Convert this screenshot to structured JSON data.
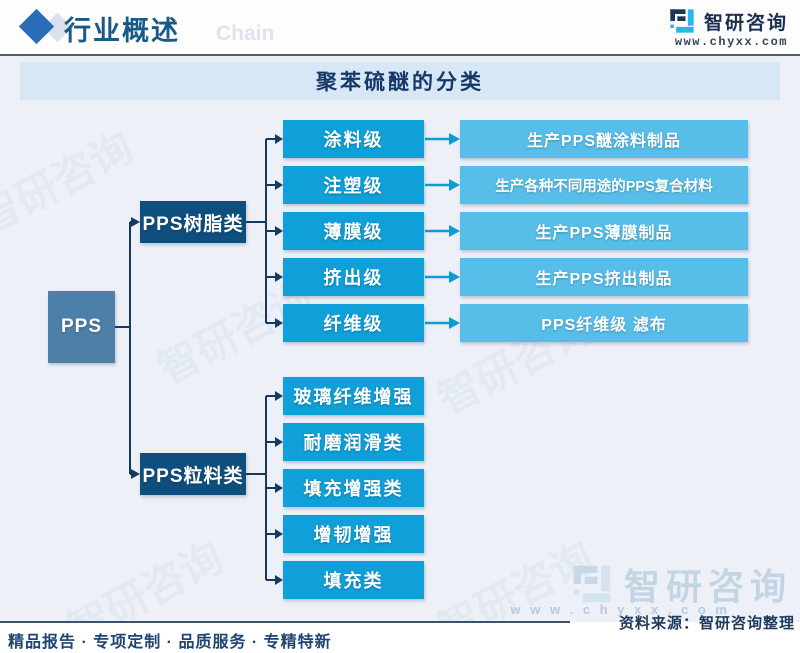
{
  "header": {
    "title": "行业概述",
    "watermark": "Chain",
    "brand": "智研咨询",
    "site": "www.chyxx.com"
  },
  "banner": {
    "title": "聚苯硫醚的分类"
  },
  "tree": {
    "root": "PPS",
    "groups": [
      {
        "label": "PPS树脂类",
        "children": [
          {
            "grade": "涂料级",
            "product": "生产PPS醚涂料制品"
          },
          {
            "grade": "注塑级",
            "product": "生产各种不同用途的PPS复合材料"
          },
          {
            "grade": "薄膜级",
            "product": "生产PPS薄膜制品"
          },
          {
            "grade": "挤出级",
            "product": "生产PPS挤出制品"
          },
          {
            "grade": "纤维级",
            "product": "PPS纤维级 滤布"
          }
        ]
      },
      {
        "label": "PPS粒料类",
        "children": [
          {
            "grade": "玻璃纤维增强"
          },
          {
            "grade": "耐磨润滑类"
          },
          {
            "grade": "填充增强类"
          },
          {
            "grade": "增韧增强"
          },
          {
            "grade": "填充类"
          }
        ]
      }
    ]
  },
  "footer": {
    "slogan": "精品报告 · 专项定制 · 品质服务 · 专精特新",
    "source": "资料来源：智研咨询整理",
    "brand_watermark": "智研咨询",
    "site_watermark": "w w w . c h y x x . c o m"
  },
  "watermark_text": "智研咨询",
  "colors": {
    "accent_title": "#1a5a86",
    "dark_category_box": "#0f4f7e",
    "root_box": "#4c80a9",
    "grade_box": "#0f9fd9",
    "product_box": "#57bee9",
    "banner_bg": "#d8e7f5",
    "content_bg": "#edf1f7"
  }
}
